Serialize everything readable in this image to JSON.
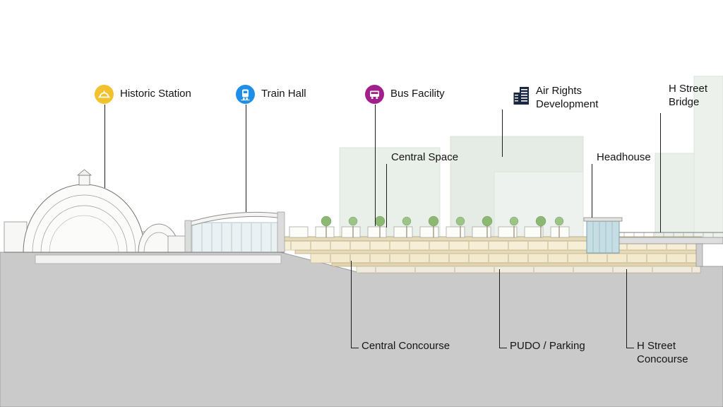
{
  "diagram": {
    "type": "architectural-section-diagram",
    "subject": "station-cross-section",
    "legend": {
      "historic_station": {
        "label": "Historic Station",
        "icon": "dome-icon",
        "color": "#F2C12E"
      },
      "train_hall": {
        "label": "Train Hall",
        "icon": "train-icon",
        "color": "#1D8FE8"
      },
      "bus_facility": {
        "label": "Bus Facility",
        "icon": "bus-icon",
        "color": "#A1208C"
      },
      "air_rights_development": {
        "label": "Air Rights Development",
        "icon": "building-icon",
        "color": "#1A2742"
      },
      "h_street_bridge": {
        "label": "H Street Bridge"
      }
    },
    "callouts": {
      "central_space": "Central Space",
      "headhouse": "Headhouse",
      "central_concourse": "Central Concourse",
      "pudo_parking": "PUDO / Parking",
      "h_street_concourse": "H Street Concourse"
    },
    "colors": {
      "ground": "#CACACA",
      "leader_line": "#1C1C1C",
      "deck_level": "#F3E9CD",
      "deck_slab": "#E7DAB8",
      "background_massing": "#E9EFE9",
      "tree_green": "#8CB873",
      "headhouse_glass": "#C6DDE4"
    }
  }
}
